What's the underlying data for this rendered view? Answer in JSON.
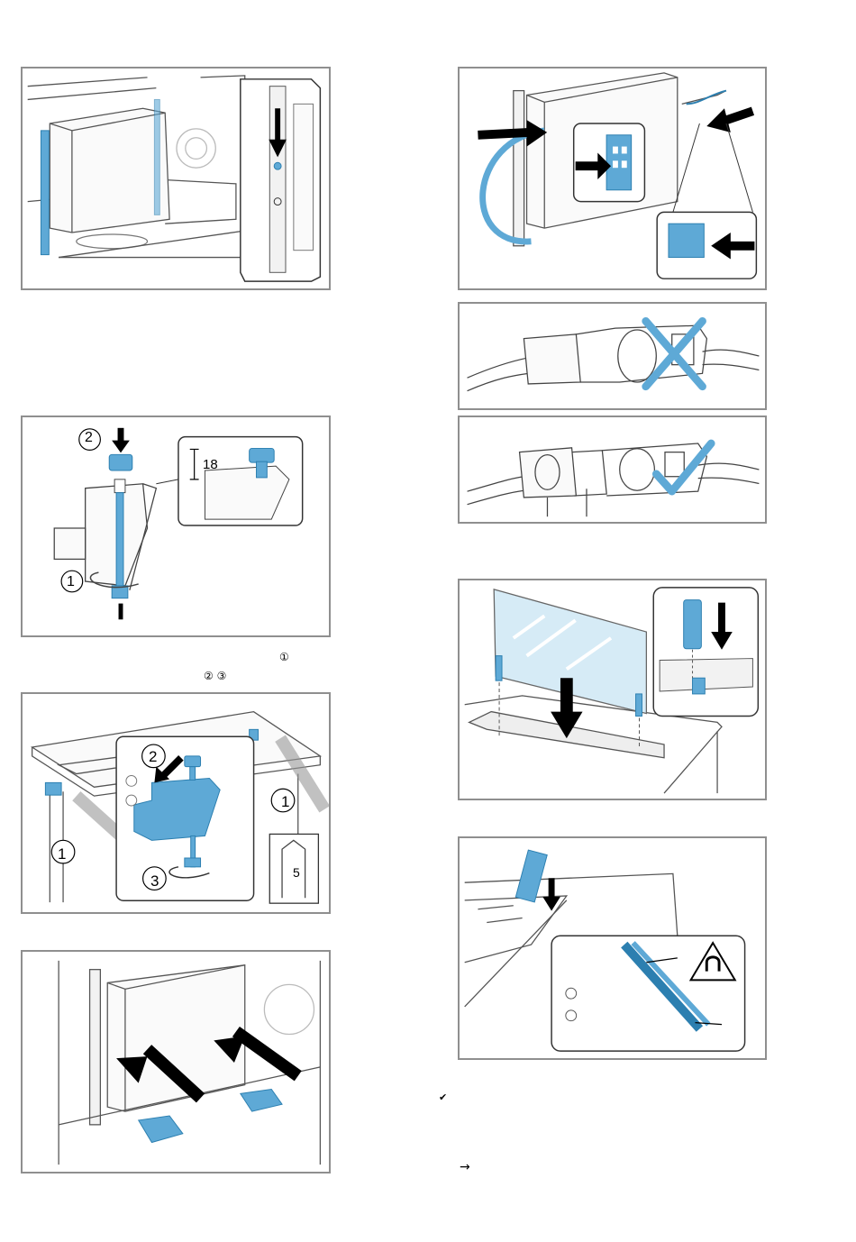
{
  "figures": {
    "fig1": {},
    "fig2": {},
    "fig3": {
      "step_a": "2",
      "step_b": "1",
      "dimension": "18"
    },
    "fig4": {
      "cross": "✗"
    },
    "fig5": {
      "check": "✓"
    },
    "fig6": {},
    "fig7": {
      "step_a": "2",
      "step_b": "1",
      "step_c": "3",
      "tool_size": "5"
    },
    "fig8": {},
    "fig9": {}
  },
  "markers": {
    "circle_one": "①",
    "circle_two_three": "② ③",
    "check_mark": "✔",
    "arrow": "→"
  },
  "colors": {
    "accent": "#5ea9d6",
    "accent_dark": "#2c7fb0",
    "frame": "#8f8f8f"
  }
}
